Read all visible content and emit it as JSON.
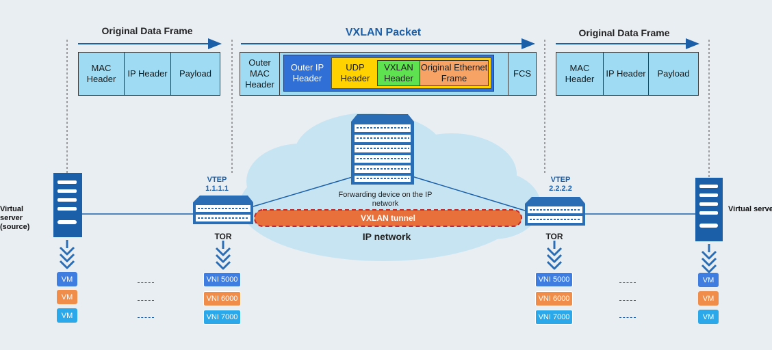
{
  "frame_left": {
    "title": "Original Data Frame",
    "mac": "MAC Header",
    "ip": "IP Header",
    "payload": "Payload"
  },
  "frame_right": {
    "title": "Original Data Frame",
    "mac": "MAC Header",
    "ip": "IP Header",
    "payload": "Payload"
  },
  "vxlan": {
    "title": "VXLAN Packet",
    "outer_mac": "Outer MAC Header",
    "outer_ip": "Outer IP Header",
    "udp": "UDP Header",
    "vxlan_header": "VXLAN Header",
    "original": "Original Ethernet Frame",
    "fcs": "FCS"
  },
  "vtep_left": {
    "title": "VTEP",
    "ip": "1.1.1.1"
  },
  "vtep_right": {
    "title": "VTEP",
    "ip": "2.2.2.2"
  },
  "tor_label": "TOR",
  "forwarding_device": "Forwarding device on the IP network",
  "tunnel_label": "VXLAN tunnel",
  "network_label": "IP network",
  "server_left": "Virtual server (source)",
  "server_right": "Virtual server (destination)",
  "vm_label": "VM",
  "vni": [
    "VNI 5000",
    "VNI 6000",
    "VNI 7000"
  ],
  "colors": {
    "vm1": "#3f7de0",
    "vm2": "#f08d4a",
    "vm3": "#2aa8ea",
    "cyan": "#9fdbf2",
    "blue": "#2f6fd6",
    "yellow": "#ffd200",
    "green": "#5ee24f",
    "orange": "#f7a366",
    "tunnel": "#e8703a",
    "accent": "#1a5fa8"
  }
}
